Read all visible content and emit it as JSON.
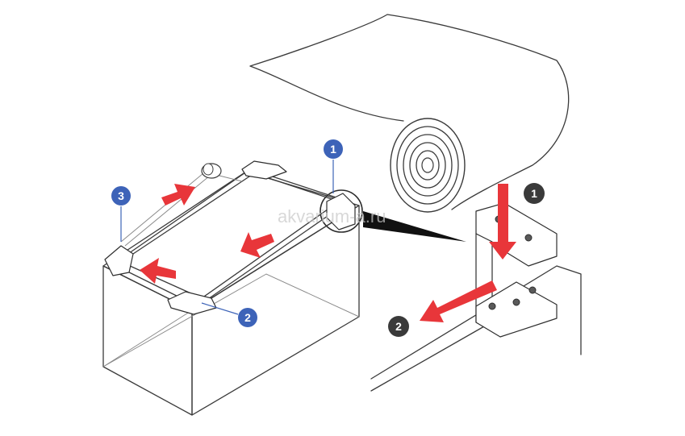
{
  "watermark": "akvarium-a.ru",
  "colors": {
    "arrow": "#e8363a",
    "badge_blue": "#3d63b8",
    "badge_dark": "#3a3a3a",
    "outline": "#3a3a3a"
  },
  "callouts": {
    "tank_1": "1",
    "tank_2": "2",
    "tank_3": "3",
    "detail_1": "1",
    "detail_2": "2"
  }
}
